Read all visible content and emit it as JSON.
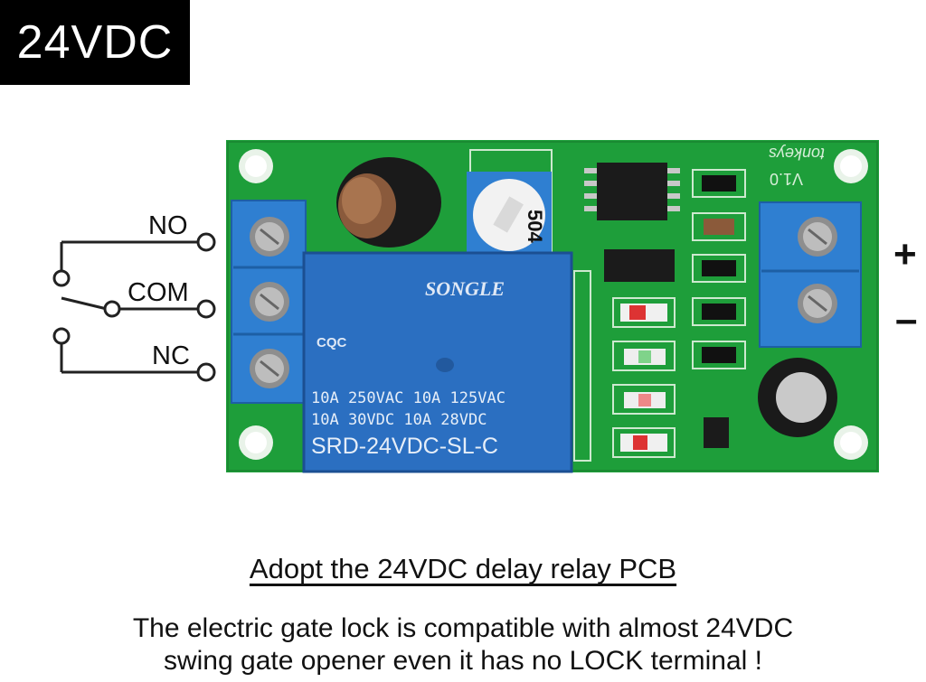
{
  "badge": "24VDC",
  "terminals": {
    "no": "NO",
    "com": "COM",
    "nc": "NC",
    "plus": "+",
    "minus": "–"
  },
  "relay": {
    "brand": "SONGLE",
    "cert": "CQC",
    "rating_line1": "10A 250VAC 10A 125VAC",
    "rating_line2": "10A  30VDC  10A  28VDC",
    "model": "SRD-24VDC-SL-C"
  },
  "pcb": {
    "pot_code": "504",
    "silk_version": "V1.0",
    "silk_brand": "tonkeys"
  },
  "caption": {
    "heading": "Adopt the 24VDC delay relay PCB",
    "line1": "The electric gate lock is compatible with almost 24VDC",
    "line2": "swing gate opener even it has no LOCK terminal !"
  },
  "colors": {
    "pcb_green": "#1e9e3a",
    "relay_blue": "#2b6fc1",
    "terminal_blue": "#2f7fd1"
  }
}
